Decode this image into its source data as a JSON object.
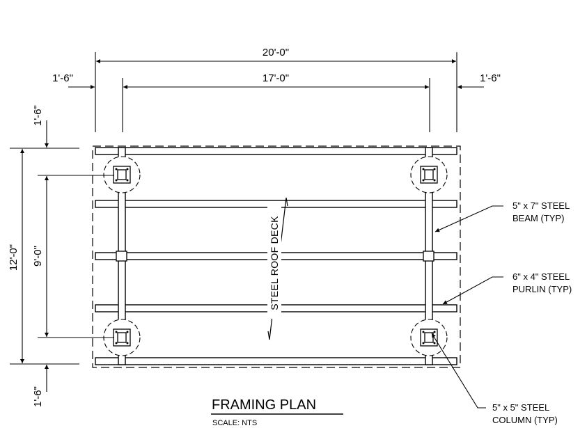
{
  "drawing": {
    "title": "FRAMING PLAN",
    "scale": "SCALE: NTS",
    "deck_label": "STEEL ROOF DECK"
  },
  "dimensions": {
    "overall_width": "20'-0\"",
    "inner_width": "17'-0\"",
    "left_overhang": "1'-6\"",
    "right_overhang": "1'-6\"",
    "overall_height": "12'-0\"",
    "inner_height": "9'-0\"",
    "top_overhang": "1'-6\"",
    "bottom_overhang": "1'-6\""
  },
  "callouts": {
    "beam_line1": "5\" x 7\" STEEL",
    "beam_line2": "BEAM (TYP)",
    "purlin_line1": "6\" x 4\" STEEL",
    "purlin_line2": "PURLIN (TYP)",
    "column_line1": "5\" x 5\" STEEL",
    "column_line2": "COLUMN (TYP)"
  },
  "colors": {
    "line": "#000000",
    "background": "#ffffff"
  }
}
